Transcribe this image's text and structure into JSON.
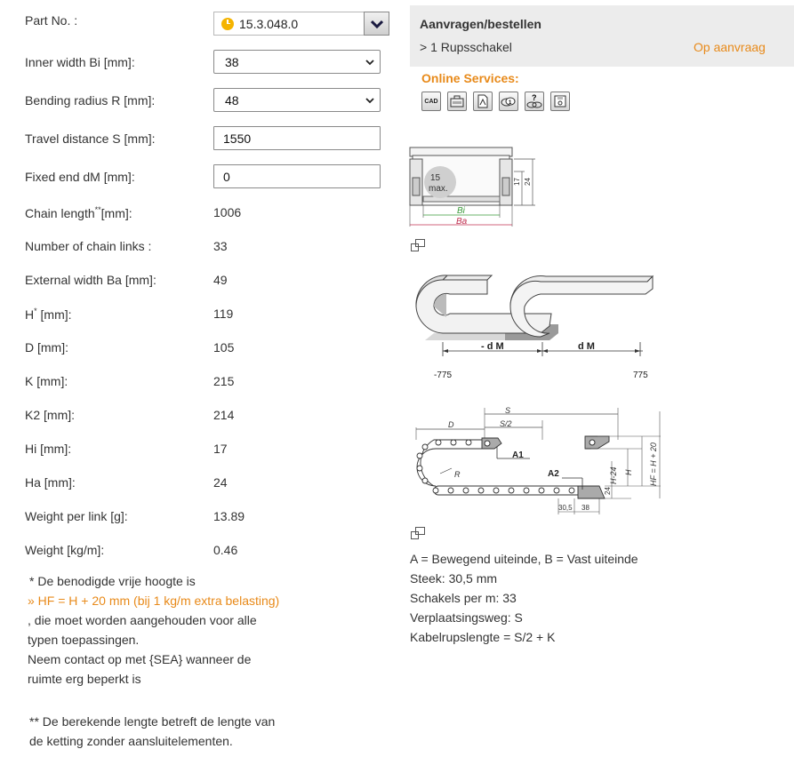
{
  "form": {
    "part_no_label": "Part No. :",
    "part_no_value": "15.3.048.0",
    "inner_width_label": "Inner width Bi [mm]:",
    "inner_width_value": "38",
    "bending_radius_label": "Bending radius R [mm]:",
    "bending_radius_value": "48",
    "travel_distance_label": "Travel distance S [mm]:",
    "travel_distance_value": "1550",
    "fixed_end_label": "Fixed end dM [mm]:",
    "fixed_end_value": "0"
  },
  "results": [
    {
      "label": "Chain length",
      "sup": "**",
      "suffix": "[mm]:",
      "value": "1006"
    },
    {
      "label": "Number of chain links :",
      "sup": "",
      "suffix": "",
      "value": "33"
    },
    {
      "label": "External width Ba [mm]:",
      "sup": "",
      "suffix": "",
      "value": "49"
    },
    {
      "label": "H",
      "sup": "*",
      "suffix": " [mm]:",
      "value": "119"
    },
    {
      "label": "D [mm]:",
      "sup": "",
      "suffix": "",
      "value": "105"
    },
    {
      "label": "K [mm]:",
      "sup": "",
      "suffix": "",
      "value": "215"
    },
    {
      "label": "K2 [mm]:",
      "sup": "",
      "suffix": "",
      "value": "214"
    },
    {
      "label": "Hi [mm]:",
      "sup": "",
      "suffix": "",
      "value": "17"
    },
    {
      "label": "Ha [mm]:",
      "sup": "",
      "suffix": "",
      "value": "24"
    },
    {
      "label": "Weight per link [g]:",
      "sup": "",
      "suffix": "",
      "value": "13.89"
    },
    {
      "label": "Weight [kg/m]:",
      "sup": "",
      "suffix": "",
      "value": "0.46"
    }
  ],
  "notes": {
    "note1_line1": "* De benodigde vrije hoogte is",
    "note1_link": "»  HF = H + 20 mm (bij 1 kg/m extra belasting)",
    "note1_line2": ", die moet worden aangehouden voor alle typen toepassingen.",
    "note1_line3": "Neem contact op met {SEA} wanneer de ruimte erg beperkt is",
    "note2": "** De berekende lengte betreft de lengte van de ketting zonder aansluitelementen."
  },
  "order_panel": {
    "title": "Aanvragen/bestellen",
    "item": "> 1 Rupsschakel",
    "status": "Op aanvraag"
  },
  "online_services": {
    "title": "Online Services:",
    "icons": [
      "cad-icon",
      "toolbox-icon",
      "pdf-icon",
      "chain-calc-icon",
      "help-icon",
      "save-icon"
    ]
  },
  "diagram_cross_section": {
    "max_label": "15\nmax.",
    "dim_17": "17",
    "dim_24": "24",
    "bi": "Bi",
    "ba": "Ba"
  },
  "diagram_travel": {
    "minus_dm": "- d M",
    "dm": "d M",
    "left_value": "-775",
    "right_value": "775"
  },
  "diagram_geometry": {
    "s": "S",
    "s2": "S/2",
    "d": "D",
    "r": "R",
    "a1": "A1",
    "a2": "A2",
    "h24": "H-24",
    "h": "H",
    "hf": "HF = H + 20",
    "dim24": "24",
    "dim305": "30,5",
    "dim38": "38"
  },
  "legend": {
    "line1": "A = Bewegend uiteinde, B = Vast uiteinde",
    "line2": "Steek: 30,5 mm",
    "line3": "Schakels per m: 33",
    "line4": "Verplaatsingsweg: S",
    "line5": "Kabelrupslengte = S/2 + K"
  },
  "colors": {
    "accent": "#e88a1a",
    "panel_bg": "#ececec",
    "bi_color": "#3a9a3a",
    "ba_color": "#c03050"
  }
}
